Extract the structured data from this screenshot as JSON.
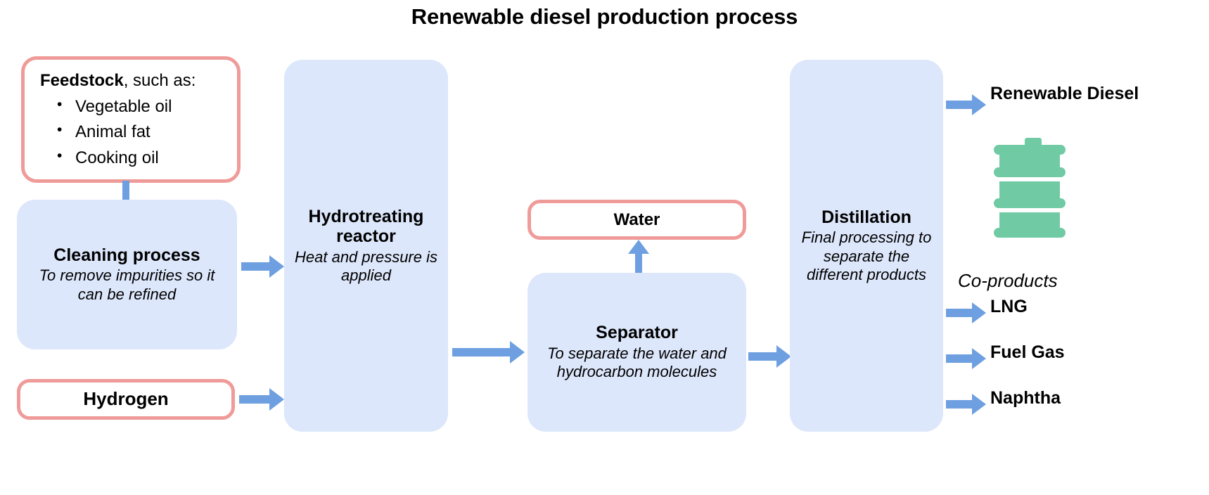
{
  "diagram": {
    "title": "Renewable diesel production process",
    "colors": {
      "box_fill_blue": "#dde7fb",
      "outline_pink": "#ef9b99",
      "arrow_blue": "#6e9fe0",
      "barrel_green": "#70cba5",
      "text": "#000000",
      "background": "#ffffff"
    },
    "nodes": {
      "feedstock": {
        "heading_bold": "Feedstock",
        "heading_rest": ", such as:",
        "items": [
          "Vegetable oil",
          "Animal fat",
          "Cooking oil"
        ]
      },
      "cleaning": {
        "title": "Cleaning process",
        "subtitle": "To remove impurities so it can be refined"
      },
      "hydrogen": {
        "title": "Hydrogen"
      },
      "reactor": {
        "title": "Hydrotreating reactor",
        "subtitle": "Heat and pressure is applied"
      },
      "water": {
        "title": "Water"
      },
      "separator": {
        "title": "Separator",
        "subtitle": "To separate the water and hydrocarbon molecules"
      },
      "distillation": {
        "title": "Distillation",
        "subtitle": "Final processing to separate the different products"
      }
    },
    "outputs": {
      "primary": "Renewable Diesel",
      "coproducts_heading": "Co-products",
      "coproducts": [
        "LNG",
        "Fuel Gas",
        "Naphtha"
      ]
    },
    "icons": {
      "barrel": "oil-barrel-icon"
    },
    "flows": [
      {
        "from": "feedstock",
        "to": "cleaning",
        "direction": "down"
      },
      {
        "from": "cleaning",
        "to": "reactor",
        "direction": "right"
      },
      {
        "from": "hydrogen",
        "to": "reactor",
        "direction": "right"
      },
      {
        "from": "reactor",
        "to": "separator",
        "direction": "right"
      },
      {
        "from": "separator",
        "to": "water",
        "direction": "up"
      },
      {
        "from": "separator",
        "to": "distillation",
        "direction": "right"
      },
      {
        "from": "distillation",
        "to": "Renewable Diesel",
        "direction": "right"
      },
      {
        "from": "distillation",
        "to": "LNG",
        "direction": "right"
      },
      {
        "from": "distillation",
        "to": "Fuel Gas",
        "direction": "right"
      },
      {
        "from": "distillation",
        "to": "Naphtha",
        "direction": "right"
      }
    ]
  }
}
